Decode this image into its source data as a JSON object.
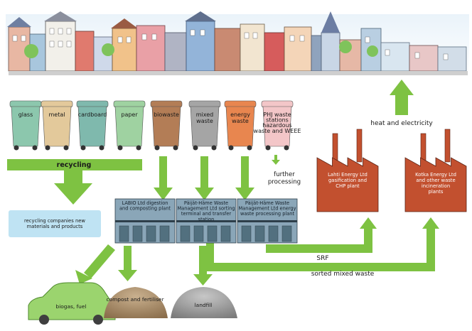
{
  "bins": [
    {
      "label": "glass",
      "color": "#8cc7ad"
    },
    {
      "label": "metal",
      "color": "#e3c99b"
    },
    {
      "label": "cardboard",
      "color": "#7fb9ad"
    },
    {
      "label": "paper",
      "color": "#9fd2a1"
    },
    {
      "label": "biowaste",
      "color": "#b37d56"
    },
    {
      "label": "mixed waste",
      "color": "#a5a5a5"
    },
    {
      "label": "energy waste",
      "color": "#e8864f"
    },
    {
      "label": "PHJ waste stations hazardous waste and WEEE",
      "color": "#f3c6c8"
    }
  ],
  "recycling": {
    "label": "recycling"
  },
  "recycling_companies": {
    "label": "recycling companies new materials and products"
  },
  "further_processing": {
    "label": "further processing"
  },
  "plants": [
    {
      "label": "LABIO Ltd digestion and composting plant"
    },
    {
      "label": "Päijät-Häme Waste Management Ltd sorting terminal and transfer station"
    },
    {
      "label": "Päijät-Häme Waste Management Ltd energy waste processing plant"
    }
  ],
  "energy_plants": [
    {
      "label": "Lahti Energy Ltd gasification and CHP plant"
    },
    {
      "label": "Kotka Energy Ltd and other waste incineration plants"
    }
  ],
  "heat_label": "heat and electricity",
  "srf_label": "SRF",
  "sorted_label": "sorted mixed waste",
  "outputs": [
    {
      "label": "biogas, fuel"
    },
    {
      "label": "compost and fertiliser"
    },
    {
      "label": "landfill"
    }
  ],
  "colors": {
    "arrow": "#7ec242",
    "plant": "#8aa6b8",
    "factory": "#c2502f",
    "highlight": "#bfe3f3"
  }
}
